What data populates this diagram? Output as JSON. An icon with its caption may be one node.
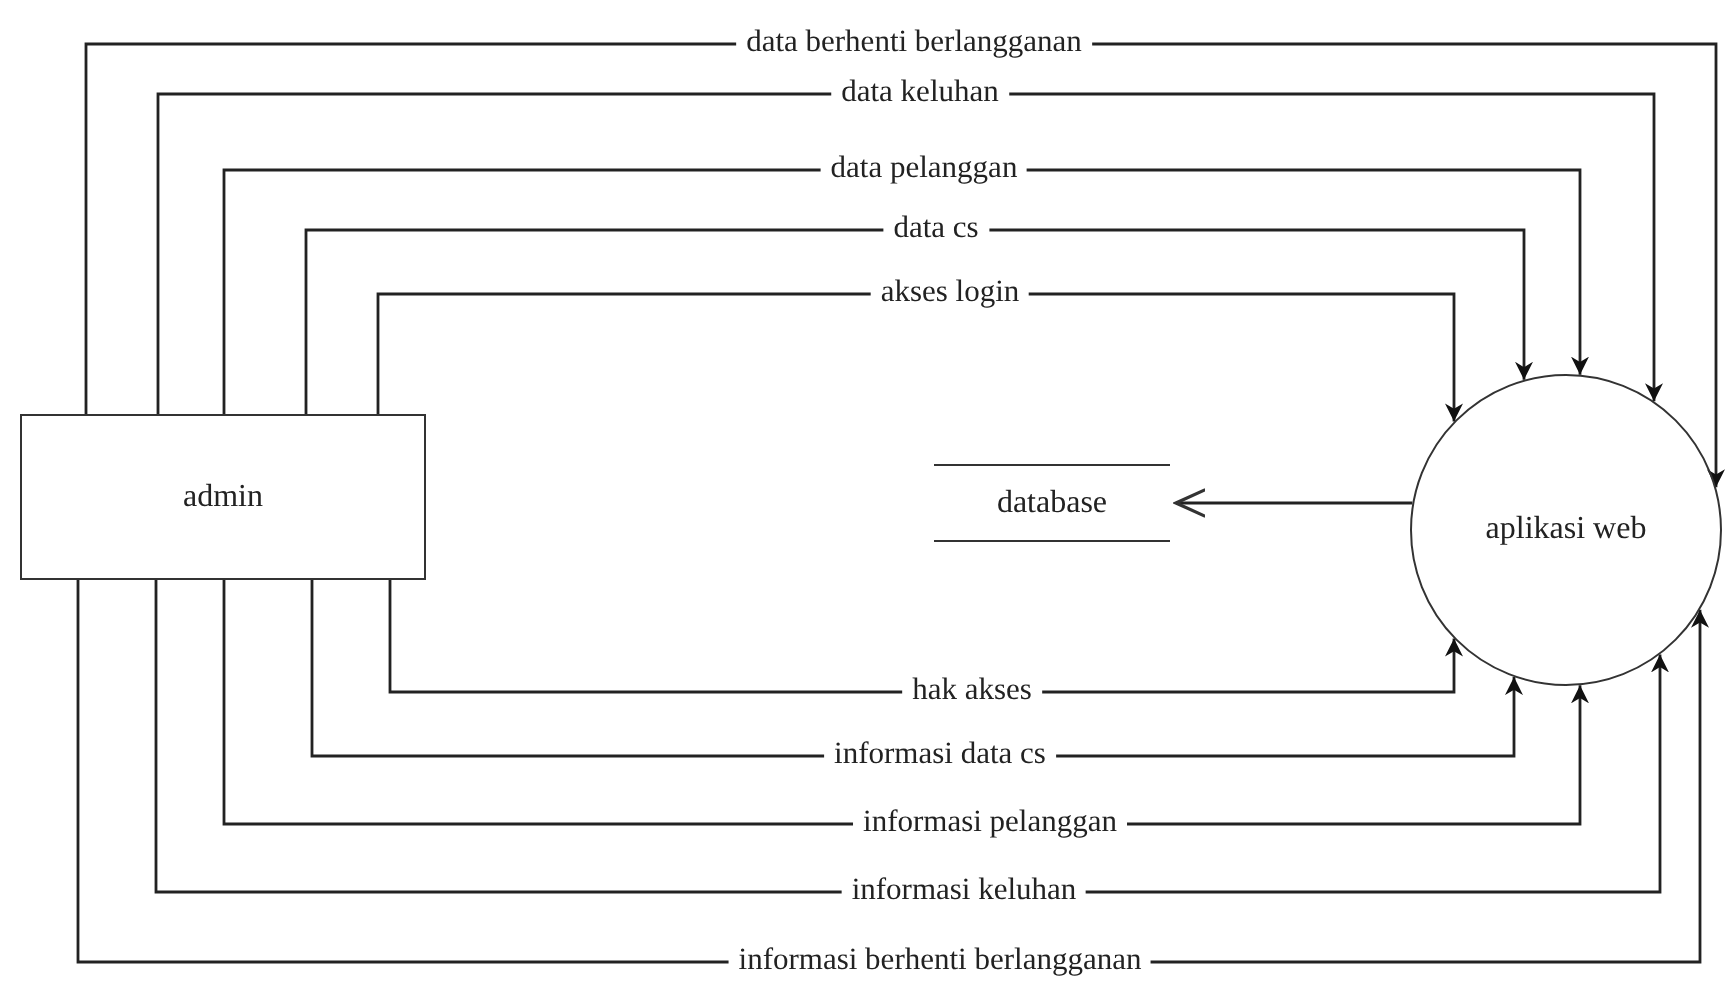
{
  "diagram": {
    "nodes": [
      {
        "text": [
          "admin"
        ]
      },
      {
        "text": [
          "aplikasi web"
        ]
      },
      {
        "text": [
          "database"
        ]
      }
    ],
    "edges": [
      {
        "from": 0,
        "to": 1,
        "arrow": "to",
        "label": "data berhenti berlangganan"
      },
      {
        "from": 0,
        "to": 1,
        "arrow": "to",
        "label": "data keluhan"
      },
      {
        "from": 0,
        "to": 1,
        "arrow": "to",
        "label": "data pelanggan"
      },
      {
        "from": 0,
        "to": 1,
        "arrow": "to",
        "label": "data cs"
      },
      {
        "from": 0,
        "to": 1,
        "arrow": "to",
        "label": "akses login"
      },
      {
        "from": 0,
        "to": 1,
        "arrow": "to",
        "label": "hak akses"
      },
      {
        "from": 0,
        "to": 1,
        "arrow": "to",
        "label": "informasi data cs"
      },
      {
        "from": 0,
        "to": 1,
        "arrow": "to",
        "label": "informasi pelanggan"
      },
      {
        "from": 0,
        "to": 1,
        "arrow": "to",
        "label": "informasi keluhan"
      },
      {
        "from": 0,
        "to": 1,
        "arrow": "to",
        "label": "informasi berhenti berlangganan"
      },
      {
        "from": 1,
        "to": 2,
        "arrow": "to"
      }
    ]
  }
}
